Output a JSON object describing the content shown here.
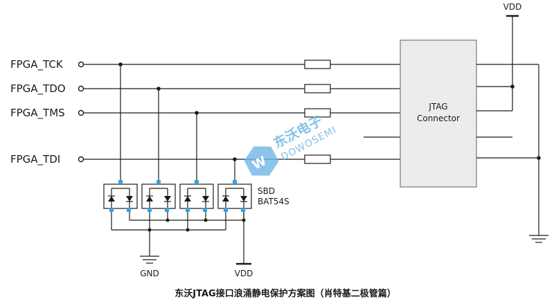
{
  "signals": [
    "FPGA_TCK",
    "FPGA_TDO",
    "FPGA_TMS",
    "FPGA_TDI"
  ],
  "connector": {
    "line1": "JTAG",
    "line2": "Connector"
  },
  "diode": {
    "type": "SBD",
    "part": "BAT54S"
  },
  "power": {
    "vdd_top": "VDD",
    "vdd_bottom": "VDD",
    "gnd": "GND"
  },
  "watermark": {
    "cn": "东沃电子",
    "en": "DOWOSEMI"
  },
  "caption": "东沃JTAG接口浪涌静电保护方案图（肖特基二极管篇）",
  "colors": {
    "connector_fill": "#ececec",
    "pad": "#3aa0dc",
    "watermark": "#6fb6e6"
  }
}
